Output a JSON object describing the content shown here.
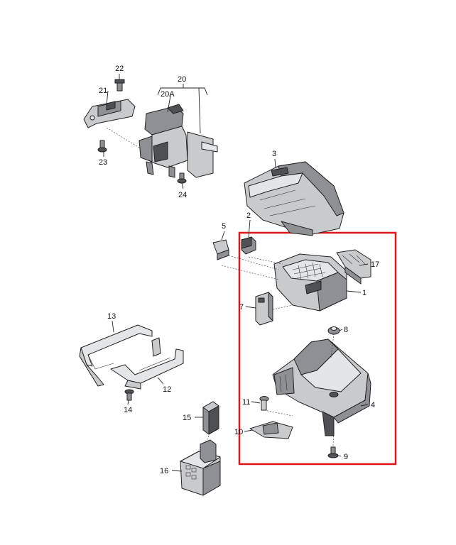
{
  "diagram": {
    "highlight_color": "#e0141b",
    "part_labels": {
      "p1": "1",
      "p2": "2",
      "p3": "3",
      "p4": "4",
      "p5": "5",
      "p7": "7",
      "p8": "8",
      "p9": "9",
      "p10": "10",
      "p11": "11",
      "p12": "12",
      "p13": "13",
      "p14": "14",
      "p15": "15",
      "p16": "16",
      "p17": "17",
      "p20": "20",
      "p20a": "20A",
      "p21": "21",
      "p22": "22",
      "p23": "23",
      "p24": "24"
    }
  }
}
